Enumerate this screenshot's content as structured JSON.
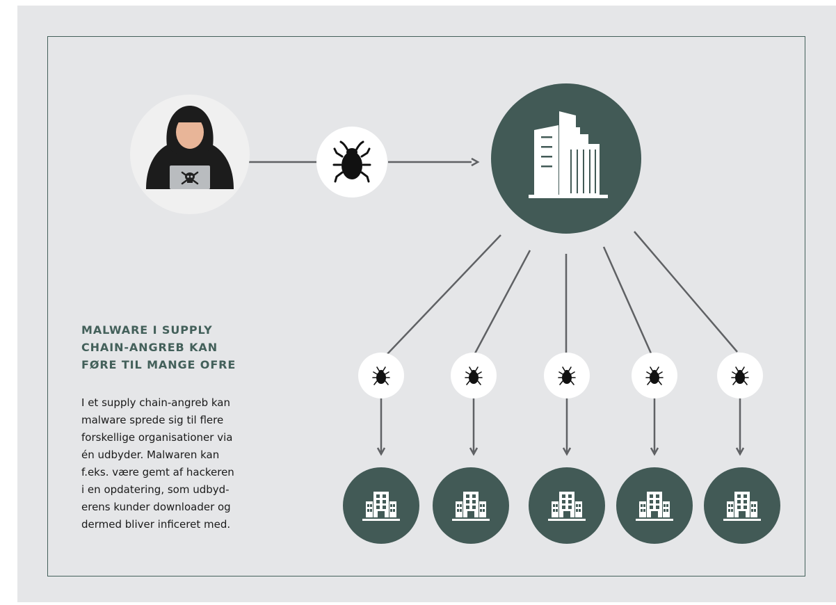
{
  "colors": {
    "outer_panel": "#e5e6e8",
    "frame_border": "#43605a",
    "company_circle": "#425a56",
    "hacker_circle": "#f0f0f0",
    "bug_circle": "#ffffff",
    "connector": "#5f6164",
    "heading_text": "#43605a",
    "body_text": "#1a1a1a"
  },
  "heading": {
    "lines": [
      "MALWARE I SUPPLY",
      "CHAIN-ANGREB KAN",
      "FØRE TIL MANGE OFRE"
    ]
  },
  "body": {
    "lines": [
      "I et supply chain-angreb kan",
      "malware sprede sig til flere",
      "forskellige organisationer via",
      "én udbyder. Malwaren kan",
      "f.eks. være gemt af hackeren",
      "i en opdatering, som udbyd-",
      "erens kunder downloader og",
      "dermed bliver inficeret med."
    ]
  },
  "diagram": {
    "source": {
      "icon": "hacker-icon",
      "screen_icon": "skull-crossbones-icon"
    },
    "payload": {
      "icon": "bug-icon"
    },
    "supplier": {
      "icon": "skyscraper-icon"
    },
    "victims": [
      {
        "bug_icon": "bug-icon",
        "icon": "office-building-icon"
      },
      {
        "bug_icon": "bug-icon",
        "icon": "office-building-icon"
      },
      {
        "bug_icon": "bug-icon",
        "icon": "office-building-icon"
      },
      {
        "bug_icon": "bug-icon",
        "icon": "office-building-icon"
      },
      {
        "bug_icon": "bug-icon",
        "icon": "office-building-icon"
      }
    ]
  }
}
